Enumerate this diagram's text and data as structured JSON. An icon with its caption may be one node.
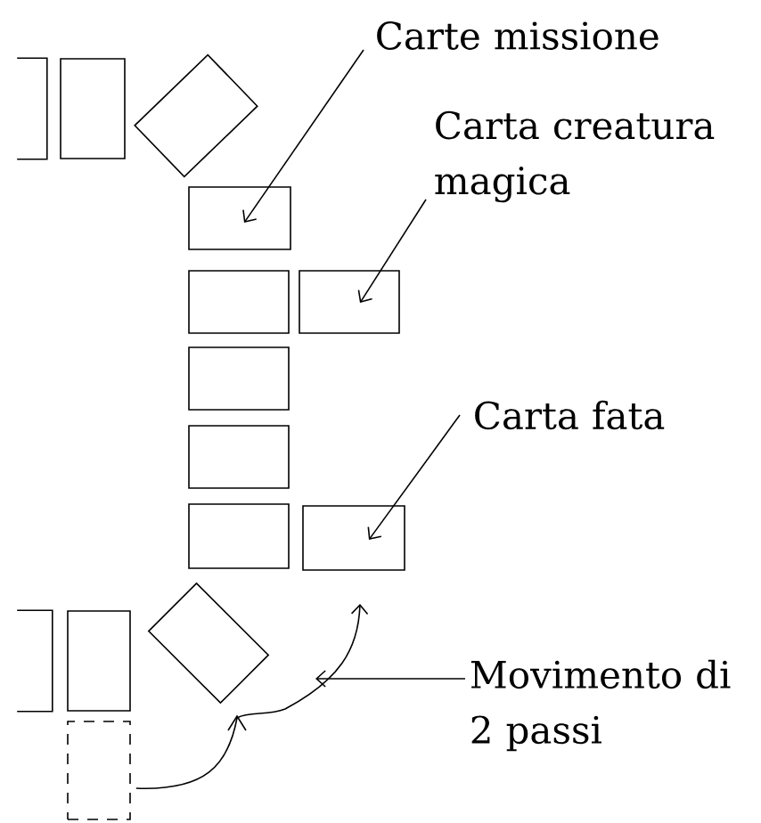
{
  "diagram": {
    "nodes": [
      {
        "text": [
          "Carte missione"
        ]
      },
      {
        "text": [],
        "shape": "box"
      },
      {
        "text": [],
        "shape": "box"
      },
      {
        "text": [],
        "shape": "diamond"
      },
      {
        "text": [],
        "shape": "box"
      },
      {
        "text": [
          "Carta creatura magica"
        ]
      },
      {
        "text": [],
        "shape": "box"
      },
      {
        "text": [],
        "shape": "box"
      },
      {
        "text": [
          "Carta fata"
        ]
      },
      {
        "text": [],
        "shape": "box"
      },
      {
        "text": [],
        "shape": "box"
      },
      {
        "text": [],
        "shape": "box"
      },
      {
        "text": [],
        "shape": "box"
      },
      {
        "text": [],
        "shape": "box"
      },
      {
        "text": [],
        "shape": "box"
      },
      {
        "text": [
          "Movimento di 2 passi"
        ]
      },
      {
        "text": [],
        "shape": "diamond"
      },
      {
        "text": [],
        "shape": "box"
      }
    ],
    "edges": [
      {
        "from": 0,
        "to": 4,
        "arrow": "to"
      },
      {
        "from": 5,
        "to": 7,
        "arrow": "to"
      },
      {
        "from": 8,
        "to": 12,
        "arrow": "to"
      },
      {
        "from": 17,
        "to": null,
        "arrow": "to"
      },
      {
        "from": 15,
        "to": null,
        "arrow": "to"
      }
    ]
  }
}
